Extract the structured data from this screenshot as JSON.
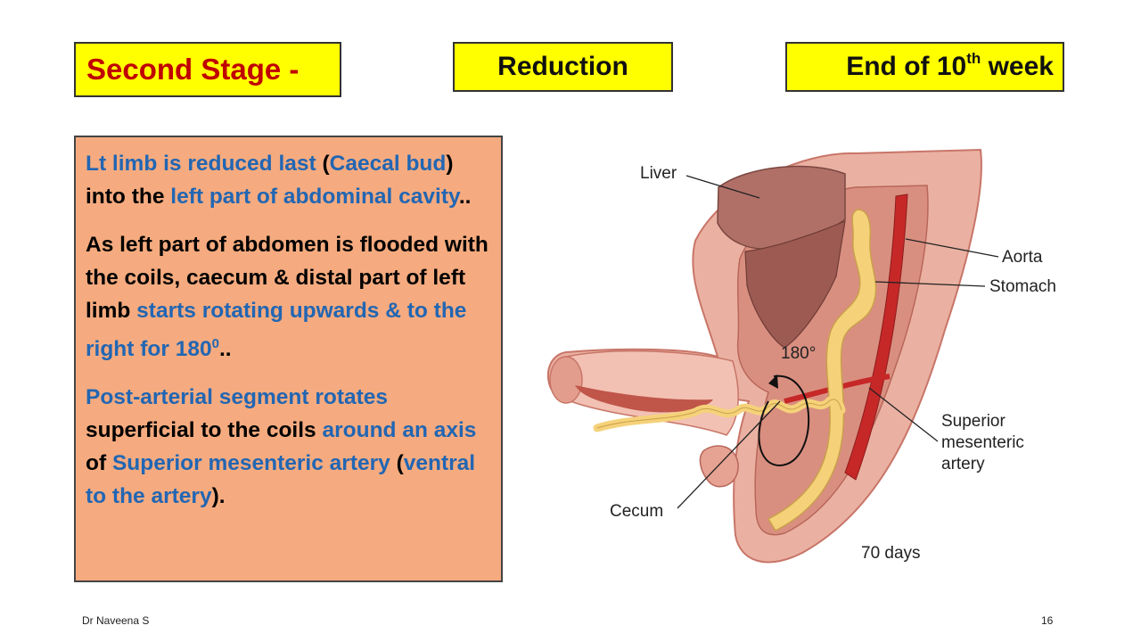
{
  "header": {
    "stage": "Second Stage -",
    "phase": "Reduction",
    "timing": "End of 10",
    "timing_sup": "th",
    "timing_suffix": " week"
  },
  "body": {
    "p1": [
      {
        "t": "Lt limb is reduced last",
        "c": "b"
      },
      {
        "t": " (",
        "c": "k"
      },
      {
        "t": "Caecal bud",
        "c": "b"
      },
      {
        "t": ") into the ",
        "c": "k"
      },
      {
        "t": "left part of abdominal cavity",
        "c": "b"
      },
      {
        "t": "..",
        "c": "k"
      }
    ],
    "p2": [
      {
        "t": "As left part of abdomen is flooded with the coils, caecum & distal part of left limb ",
        "c": "k"
      },
      {
        "t": "starts rotating upwards & to the right for 180",
        "c": "b"
      },
      {
        "t": "0",
        "c": "b",
        "sup": true
      },
      {
        "t": "..",
        "c": "k"
      }
    ],
    "p3": [
      {
        "t": "Post-arterial segment rotates",
        "c": "b"
      },
      {
        "t": " superficial to the coils ",
        "c": "k"
      },
      {
        "t": "around an axis",
        "c": "b"
      },
      {
        "t": " of ",
        "c": "k"
      },
      {
        "t": "Superior mesenteric artery",
        "c": "b"
      },
      {
        "t": " (",
        "c": "k"
      },
      {
        "t": "ventral to the artery",
        "c": "b"
      },
      {
        "t": ").",
        "c": "k"
      }
    ]
  },
  "figure": {
    "labels": {
      "liver": "Liver",
      "aorta": "Aorta",
      "stomach": "Stomach",
      "sma_1": "Superior",
      "sma_2": "mesenteric",
      "sma_3": "artery",
      "cecum": "Cecum",
      "angle": "180°",
      "age": "70 days"
    }
  },
  "footer": {
    "author": "Dr Naveena S",
    "page": "16"
  },
  "colors": {
    "heading_bg": "#ffff00",
    "heading_red": "#c00000",
    "text_blue": "#2266b3",
    "panel_bg": "#f5ab7f"
  }
}
